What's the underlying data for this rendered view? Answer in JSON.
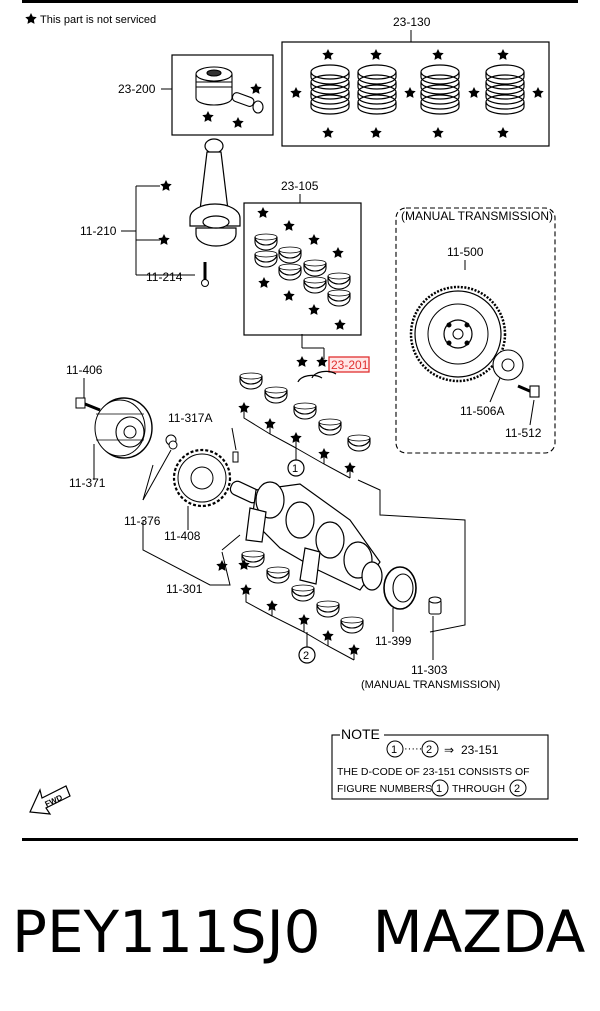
{
  "header": {
    "star_note": "This part is not serviced"
  },
  "labels": {
    "piston_rings": "23-130",
    "piston": "23-200",
    "rod_bearings": "23-105",
    "conn_rod": "11-210",
    "rod_bolt": "11-214",
    "manual_trans_box": "(MANUAL TRANSMISSION)",
    "flywheel": "11-500",
    "thrust_bearing": "23-201",
    "pulley_bolt": "11-406",
    "pulley": "11-371",
    "key": "11-317A",
    "backing_plate": "11-506A",
    "flywheel_bolt": "11-512",
    "plug": "11-376",
    "sensor_plate": "11-408",
    "crankshaft": "11-301",
    "oil_seal": "11-399",
    "pilot_bearing": "11-303",
    "manual_trans_bottom": "(MANUAL TRANSMISSION)",
    "circle_1": "1",
    "circle_2": "2"
  },
  "note": {
    "title": "NOTE",
    "line1_from": "1",
    "line1_dots": "·····",
    "line1_to": "2",
    "line1_arrow": "⇒",
    "line1_code": "23-151",
    "line2": "THE D-CODE OF  23-151  CONSISTS OF",
    "line3_pre": "FIGURE NUMBERS",
    "line3_a": "1",
    "line3_mid": "THROUGH",
    "line3_b": "2"
  },
  "fwd": "FWD",
  "footer": {
    "part_number": "PEY111SJ0",
    "brand": "MAZDA"
  },
  "colors": {
    "highlight": "#e03030"
  }
}
